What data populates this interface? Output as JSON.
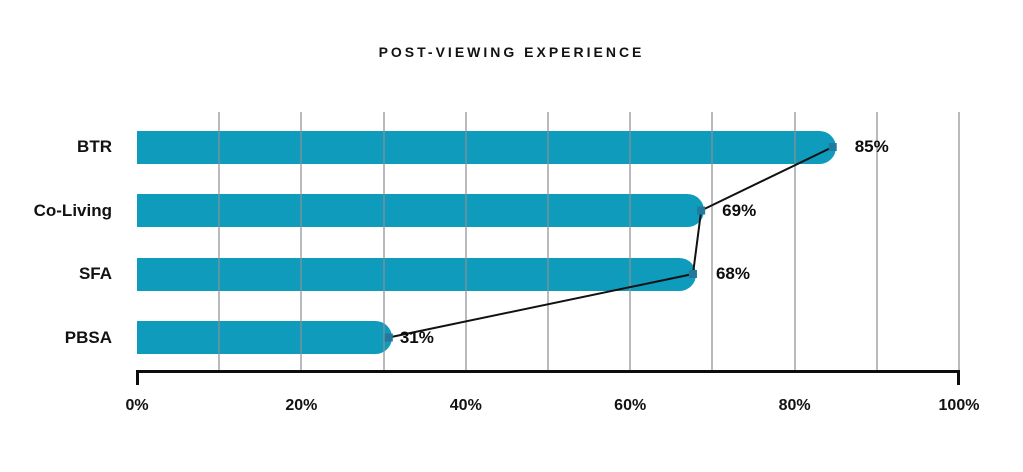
{
  "chart_data": {
    "type": "bar",
    "orientation": "horizontal",
    "title": "POST-VIEWING EXPERIENCE",
    "categories": [
      "BTR",
      "Co-Living",
      "SFA",
      "PBSA"
    ],
    "values": [
      85,
      69,
      68,
      31
    ],
    "value_labels": [
      "85%",
      "69%",
      "68%",
      "31%"
    ],
    "line_overlay": {
      "description": "black connector line with square markers at bar tips",
      "values": [
        85,
        69,
        68,
        31
      ]
    },
    "x_ticks": [
      "0%",
      "20%",
      "40%",
      "60%",
      "80%",
      "100%"
    ],
    "x_tick_values": [
      0,
      20,
      40,
      60,
      80,
      100
    ],
    "xlim": [
      0,
      100
    ],
    "gridline_interval_pct": 10,
    "grid": "vertical gridlines on",
    "legend": "none",
    "xlabel": "",
    "ylabel": "",
    "colors": {
      "bar": "#0e9bbc",
      "marker": "#22789d",
      "line": "#111111",
      "gridline": "#8c9094",
      "axis": "#0d0d0d",
      "text": "#121212",
      "background": "#ffffff"
    }
  }
}
